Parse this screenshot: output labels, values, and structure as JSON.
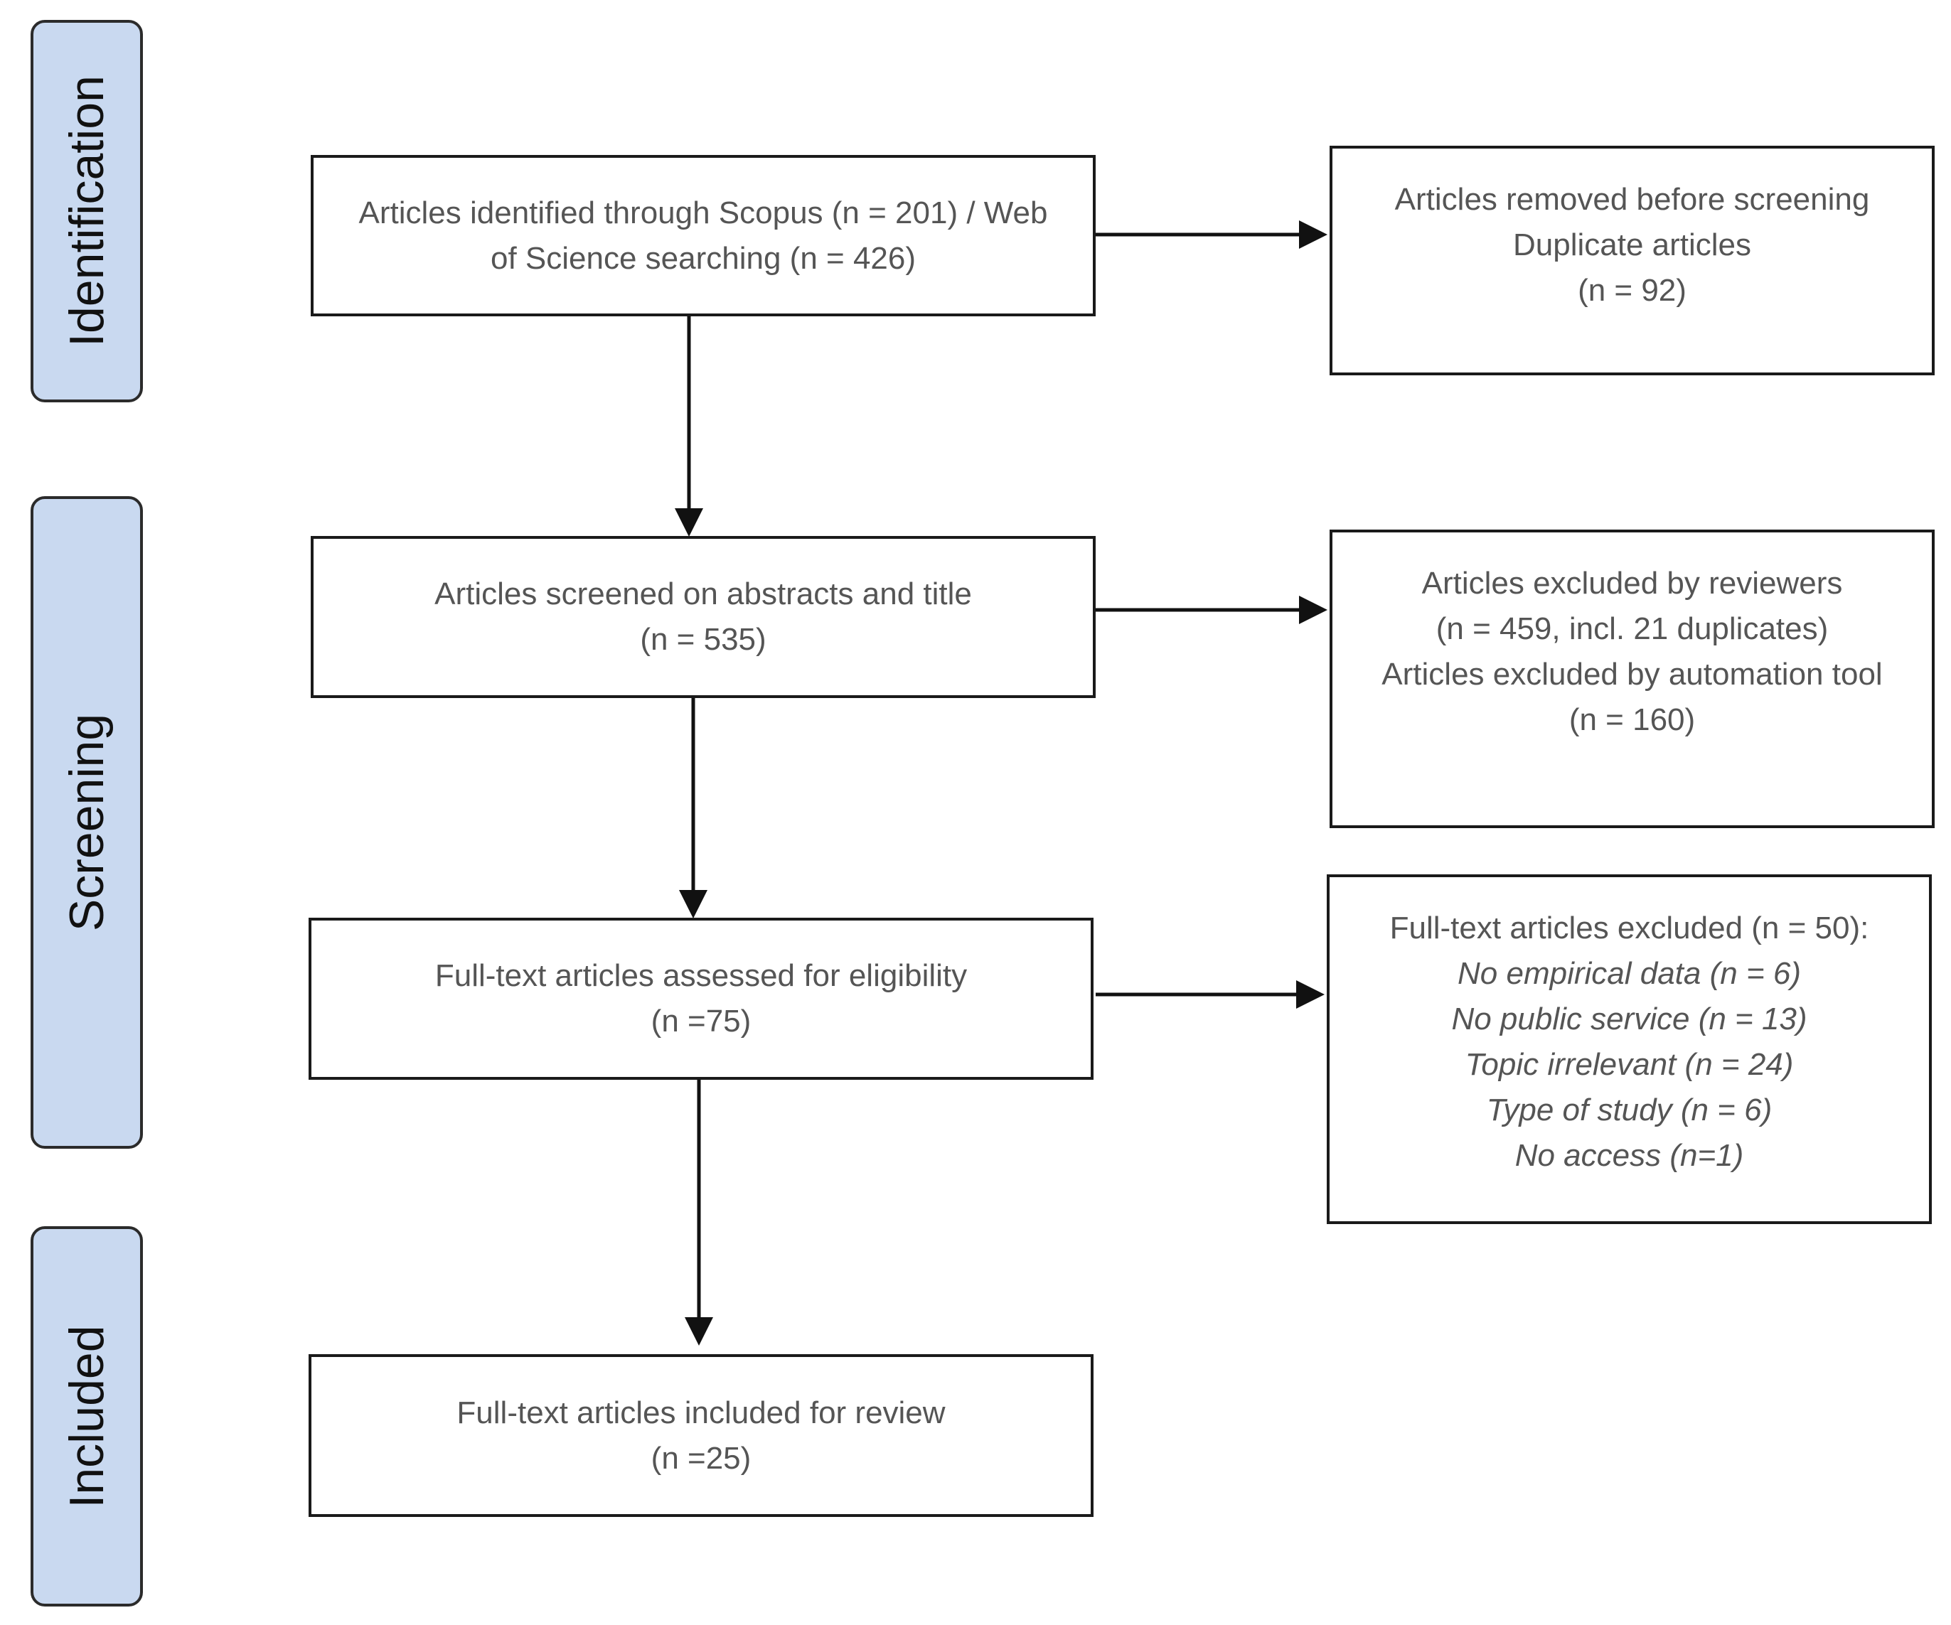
{
  "phases": {
    "identification": "Identification",
    "screening": "Screening",
    "included": "Included"
  },
  "boxes": {
    "identified": [
      "Articles identified through Scopus (n = 201) / Web",
      "of Science searching (n = 426)"
    ],
    "removed": [
      "Articles removed before screening",
      "Duplicate articles",
      "(n = 92)"
    ],
    "screened": [
      "Articles screened on abstracts and title",
      "(n = 535)"
    ],
    "excluded_reviewers": [
      "Articles excluded by reviewers",
      "(n = 459, incl. 21 duplicates)",
      "Articles excluded by automation tool",
      "(n = 160)"
    ],
    "assessed": [
      "Full-text articles assessed for eligibility",
      "(n =75)"
    ],
    "fulltext_excluded": {
      "heading": "Full-text articles excluded (n = 50):",
      "reasons": [
        "No empirical data (n = 6)",
        "No public service (n = 13)",
        "Topic irrelevant (n = 24)",
        "Type of study (n = 6)",
        "No access (n=1)"
      ]
    },
    "included": [
      "Full-text articles included for review",
      "(n =25)"
    ]
  },
  "colors": {
    "phase_fill": "#c9d9f0",
    "text": "#555555",
    "border": "#1a1a1a"
  }
}
